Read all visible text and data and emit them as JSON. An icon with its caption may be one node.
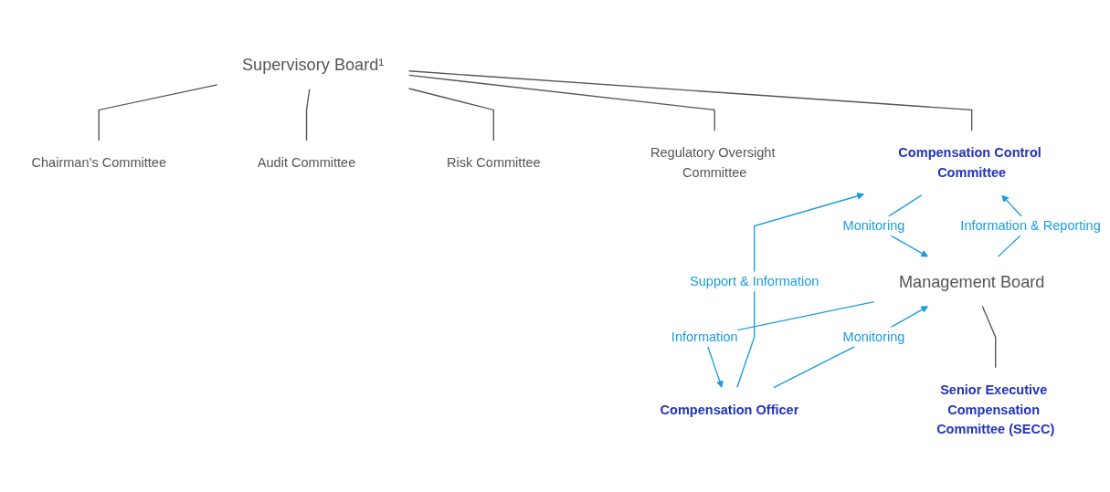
{
  "diagram": {
    "nodes": [
      {
        "text": [
          "Supervisory Board¹"
        ]
      },
      {
        "text": [
          "Chairman’s Committee"
        ]
      },
      {
        "text": [
          "Audit Committee"
        ]
      },
      {
        "text": [
          "Risk Committee"
        ]
      },
      {
        "text": [
          "Regulatory Oversight Committee"
        ]
      },
      {
        "text": [
          "Compensation Control Committee"
        ]
      },
      {
        "text": [
          "Management Board"
        ]
      },
      {
        "text": [
          "Senior Executive Compensation Committee (SECC)"
        ]
      },
      {
        "text": [
          "Compensation Officer"
        ]
      }
    ],
    "edges": [
      {
        "from": 0,
        "to": 1,
        "arrow": "none"
      },
      {
        "from": 0,
        "to": 2,
        "arrow": "none"
      },
      {
        "from": 0,
        "to": 3,
        "arrow": "none"
      },
      {
        "from": 0,
        "to": 4,
        "arrow": "none"
      },
      {
        "from": 0,
        "to": 5,
        "arrow": "none"
      },
      {
        "from": 8,
        "to": 5,
        "arrow": "to",
        "label": "Support & Information",
        "color": "#1a9be0"
      },
      {
        "from": 5,
        "to": 6,
        "arrow": "to",
        "label": "Monitoring",
        "color": "#1a9be0"
      },
      {
        "from": 6,
        "to": 5,
        "arrow": "to",
        "label": "Information & Reporting",
        "color": "#1a9be0"
      },
      {
        "from": 8,
        "to": 6,
        "arrow": "to",
        "label": "Monitoring",
        "color": "#1a9be0"
      },
      {
        "from": 6,
        "to": 8,
        "arrow": "to",
        "label": "Information",
        "color": "#1a9be0"
      },
      {
        "from": 6,
        "to": 7,
        "arrow": "none"
      }
    ]
  }
}
